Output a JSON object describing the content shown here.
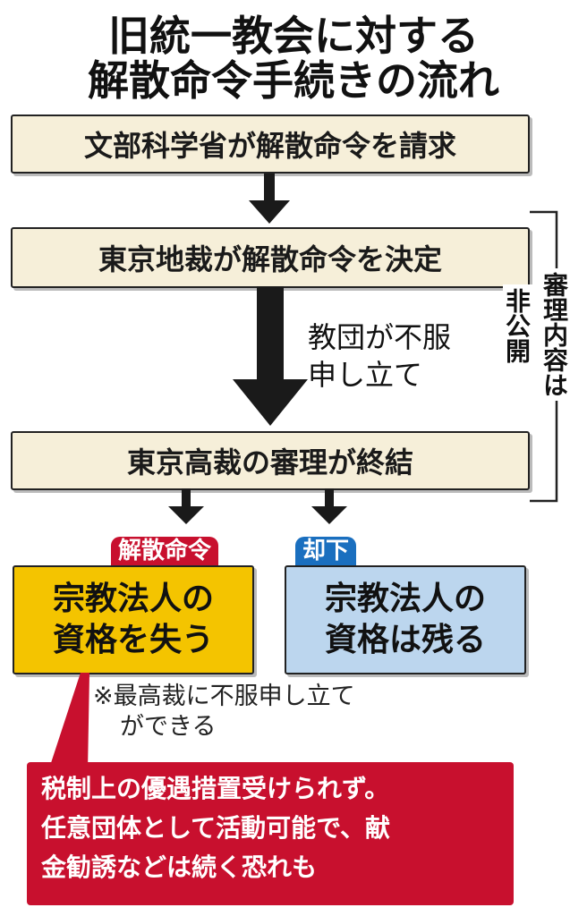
{
  "title": {
    "line1": "旧統一教会に対する",
    "line2": "解散命令手続きの流れ"
  },
  "steps": [
    "文部科学省が解散命令を請求",
    "東京地裁が解散命令を決定",
    "東京高裁の審理が終結"
  ],
  "appeal_label": {
    "line1": "教団が不服",
    "line2": "申し立て"
  },
  "closed_hearing_label": {
    "col1": "審理内容は",
    "col2": "非公開"
  },
  "outcomes": {
    "dissolution": {
      "tag": "解散命令",
      "line1": "宗教法人の",
      "line2": "資格を失う",
      "color": "#f4c400",
      "tag_color": "#c8102e"
    },
    "dismissal": {
      "tag": "却下",
      "line1": "宗教法人の",
      "line2": "資格は残る",
      "color": "#bcd6ee",
      "tag_color": "#1a6fbf"
    }
  },
  "note": {
    "line1": "※最高裁に不服申し立て",
    "line2": "ができる"
  },
  "consequence": {
    "line1": "税制上の優遇措置受けられず。",
    "line2": "任意団体として活動可能で、献",
    "line3": "金勧誘などは続く恐れも"
  }
}
